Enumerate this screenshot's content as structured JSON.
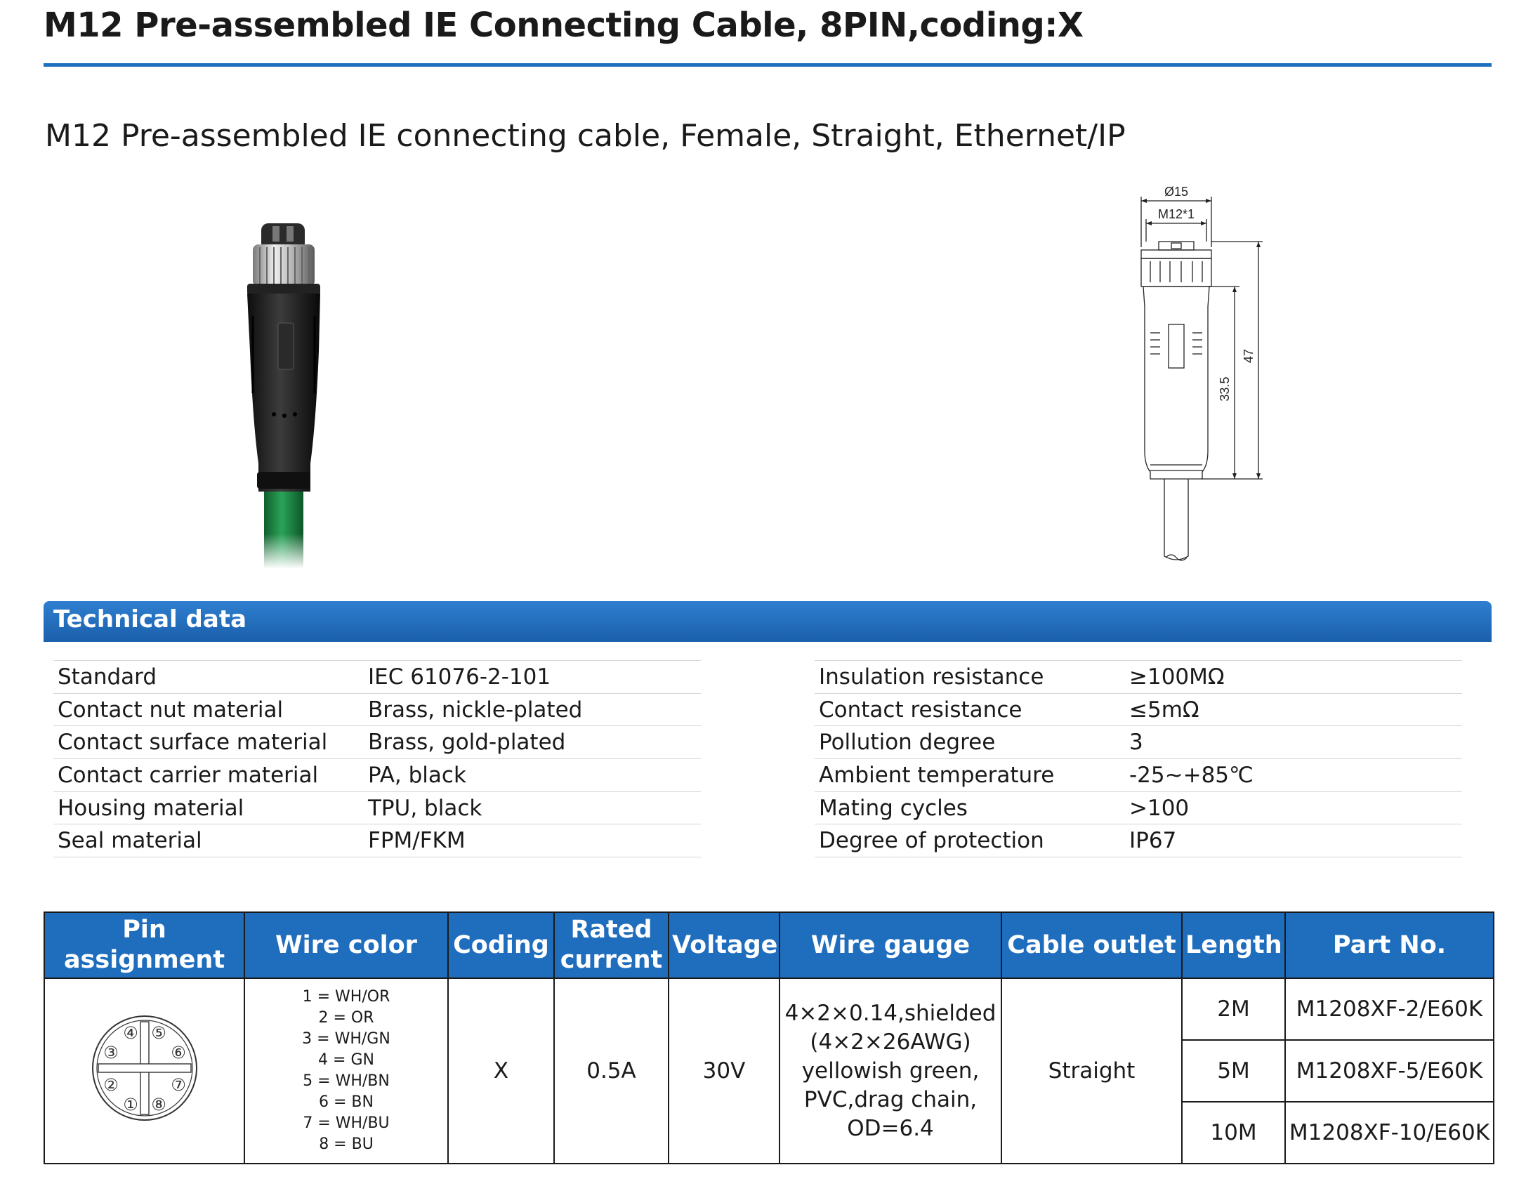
{
  "header": {
    "title": "M12 Pre-assembled IE Connecting Cable, 8PIN,coding:X",
    "subtitle": "M12 Pre-assembled IE connecting cable, Female, Straight, Ethernet/IP"
  },
  "drawing": {
    "dim_diameter": "Ø15",
    "dim_thread": "M12*1",
    "dim_length_total": "47",
    "dim_length_body": "33.5"
  },
  "technical": {
    "heading": "Technical data",
    "left": [
      {
        "label": "Standard",
        "value": "IEC 61076-2-101"
      },
      {
        "label": "Contact nut material",
        "value": "Brass, nickle-plated"
      },
      {
        "label": "Contact surface material",
        "value": "Brass, gold-plated"
      },
      {
        "label": "Contact carrier material",
        "value": "PA, black"
      },
      {
        "label": "Housing material",
        "value": "TPU, black"
      },
      {
        "label": "Seal material",
        "value": "FPM/FKM"
      }
    ],
    "right": [
      {
        "label": "Insulation resistance",
        "value": "≥100MΩ"
      },
      {
        "label": "Contact resistance",
        "value": "≤5mΩ"
      },
      {
        "label": "Pollution degree",
        "value": "3"
      },
      {
        "label": "Ambient temperature",
        "value": "-25~+85℃"
      },
      {
        "label": "Mating cycles",
        "value": ">100"
      },
      {
        "label": "Degree of protection",
        "value": "IP67"
      }
    ]
  },
  "product_table": {
    "headers": {
      "pin": "Pin assignment",
      "wire": "Wire color",
      "coding": "Coding",
      "current_1": "Rated",
      "current_2": "current",
      "voltage": "Voltage",
      "gauge": "Wire gauge",
      "outlet": "Cable outlet",
      "length": "Length",
      "part": "Part No."
    },
    "pins": [
      "①",
      "②",
      "③",
      "④",
      "⑤",
      "⑥",
      "⑦",
      "⑧"
    ],
    "wire_colors": [
      "1 = WH/OR",
      "2 = OR",
      "3 = WH/GN",
      "4 = GN",
      "5 = WH/BN",
      "6 = BN",
      "7 = WH/BU",
      "8 = BU"
    ],
    "coding": "X",
    "current": "0.5A",
    "voltage": "30V",
    "gauge": [
      "4×2×0.14,shielded",
      "(4×2×26AWG)",
      "yellowish green,",
      "PVC,drag chain,",
      "OD=6.4"
    ],
    "outlet": "Straight",
    "rows": [
      {
        "length": "2M",
        "part": "M1208XF-2/E60K"
      },
      {
        "length": "5M",
        "part": "M1208XF-5/E60K"
      },
      {
        "length": "10M",
        "part": "M1208XF-10/E60K"
      }
    ]
  },
  "colors": {
    "accent_blue": "#1f6dbd",
    "cable_green": "#1e8a45"
  }
}
